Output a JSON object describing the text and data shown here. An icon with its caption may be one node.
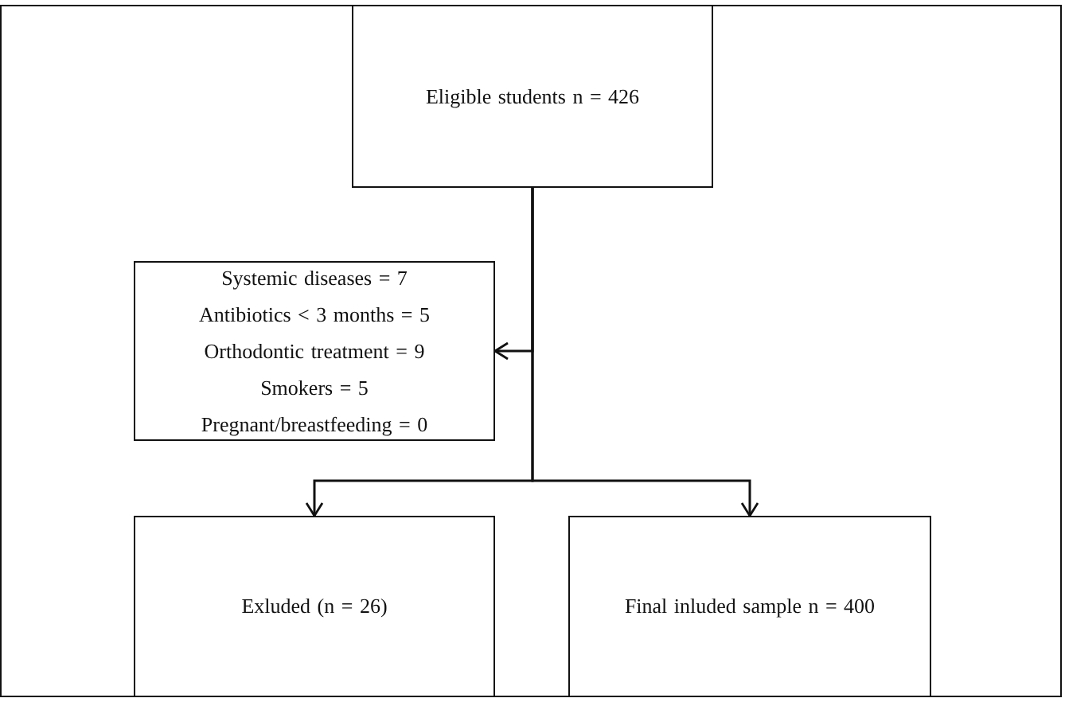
{
  "diagram": {
    "nodes": [
      {
        "text": [
          "Eligible students n = 426"
        ]
      },
      {
        "text": [
          "Systemic diseases = 7",
          "Antibiotics < 3 months = 5",
          "Orthodontic treatment = 9",
          "Smokers = 5",
          "Pregnant/breastfeeding = 0"
        ]
      },
      {
        "text": [
          "Exluded (n = 26)"
        ]
      },
      {
        "text": [
          "Final inluded sample n = 400"
        ]
      }
    ],
    "edges": [
      {
        "from": 0,
        "to": 1,
        "arrow": "to"
      },
      {
        "from": 0,
        "to": 2,
        "arrow": "to"
      },
      {
        "from": 0,
        "to": 3,
        "arrow": "to"
      }
    ]
  }
}
